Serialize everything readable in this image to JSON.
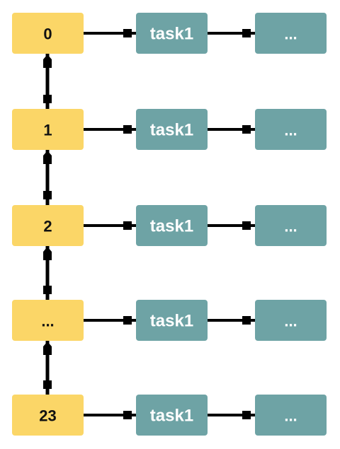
{
  "colors": {
    "slot_fill": "#fbd667",
    "task_fill": "#6ea3a5",
    "connector": "#000000",
    "background": "#ffffff"
  },
  "rows": [
    {
      "slot_label": "0",
      "task_label": "task1",
      "next_label": "..."
    },
    {
      "slot_label": "1",
      "task_label": "task1",
      "next_label": "..."
    },
    {
      "slot_label": "2",
      "task_label": "task1",
      "next_label": "..."
    },
    {
      "slot_label": "...",
      "task_label": "task1",
      "next_label": "..."
    },
    {
      "slot_label": "23",
      "task_label": "task1",
      "next_label": "..."
    }
  ]
}
